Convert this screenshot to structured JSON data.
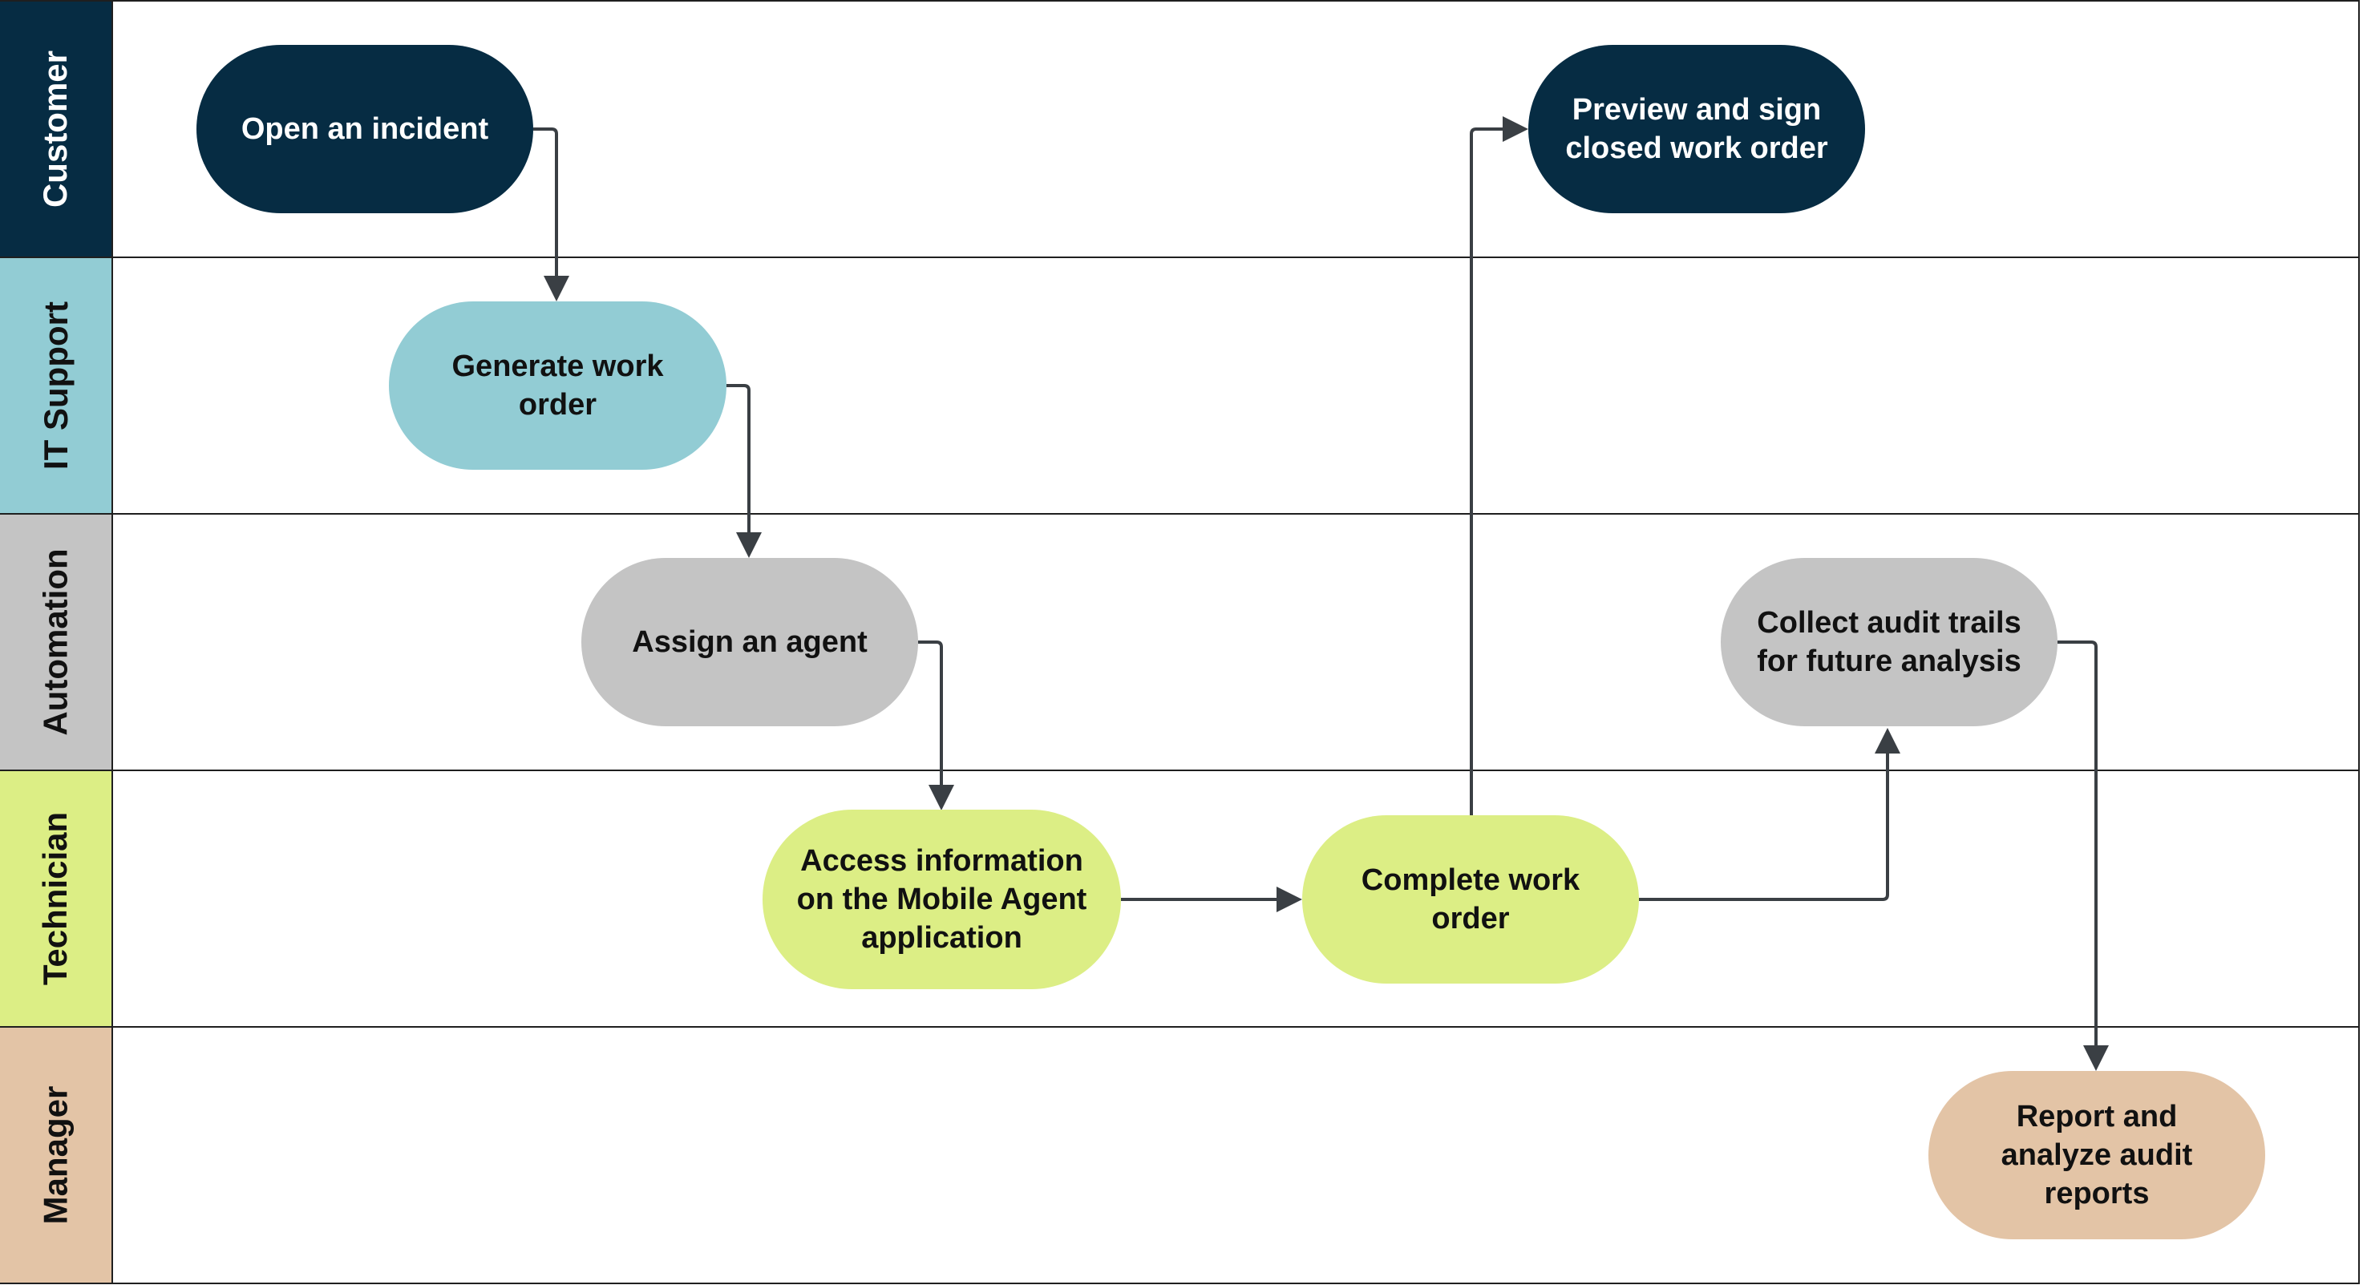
{
  "colors": {
    "customer": "#062c43",
    "it_support": "#92ccd4",
    "automation": "#c4c4c4",
    "technician": "#dcee85",
    "manager": "#e3c4a6",
    "edge": "#3a3f44"
  },
  "lanes": [
    {
      "id": "customer",
      "label": "Customer"
    },
    {
      "id": "it_support",
      "label": "IT Support"
    },
    {
      "id": "automation",
      "label": "Automation"
    },
    {
      "id": "technician",
      "label": "Technician"
    },
    {
      "id": "manager",
      "label": "Manager"
    }
  ],
  "nodes": {
    "open_incident": {
      "label": "Open an incident",
      "lane": "customer"
    },
    "preview_sign": {
      "label": "Preview and sign closed work order",
      "lane": "customer"
    },
    "generate_work_order": {
      "label": "Generate work order",
      "lane": "it_support"
    },
    "assign_agent": {
      "label": "Assign an agent",
      "lane": "automation"
    },
    "collect_audit": {
      "label": "Collect audit trails for future analysis",
      "lane": "automation"
    },
    "access_info": {
      "label": "Access information on the Mobile Agent application",
      "lane": "technician"
    },
    "complete_work_order": {
      "label": "Complete work order",
      "lane": "technician"
    },
    "report_analyze": {
      "label": "Report and analyze audit reports",
      "lane": "manager"
    }
  },
  "edges": [
    {
      "from": "open_incident",
      "to": "generate_work_order"
    },
    {
      "from": "generate_work_order",
      "to": "assign_agent"
    },
    {
      "from": "assign_agent",
      "to": "access_info"
    },
    {
      "from": "access_info",
      "to": "complete_work_order"
    },
    {
      "from": "complete_work_order",
      "to": "preview_sign"
    },
    {
      "from": "complete_work_order",
      "to": "collect_audit"
    },
    {
      "from": "collect_audit",
      "to": "report_analyze"
    }
  ]
}
